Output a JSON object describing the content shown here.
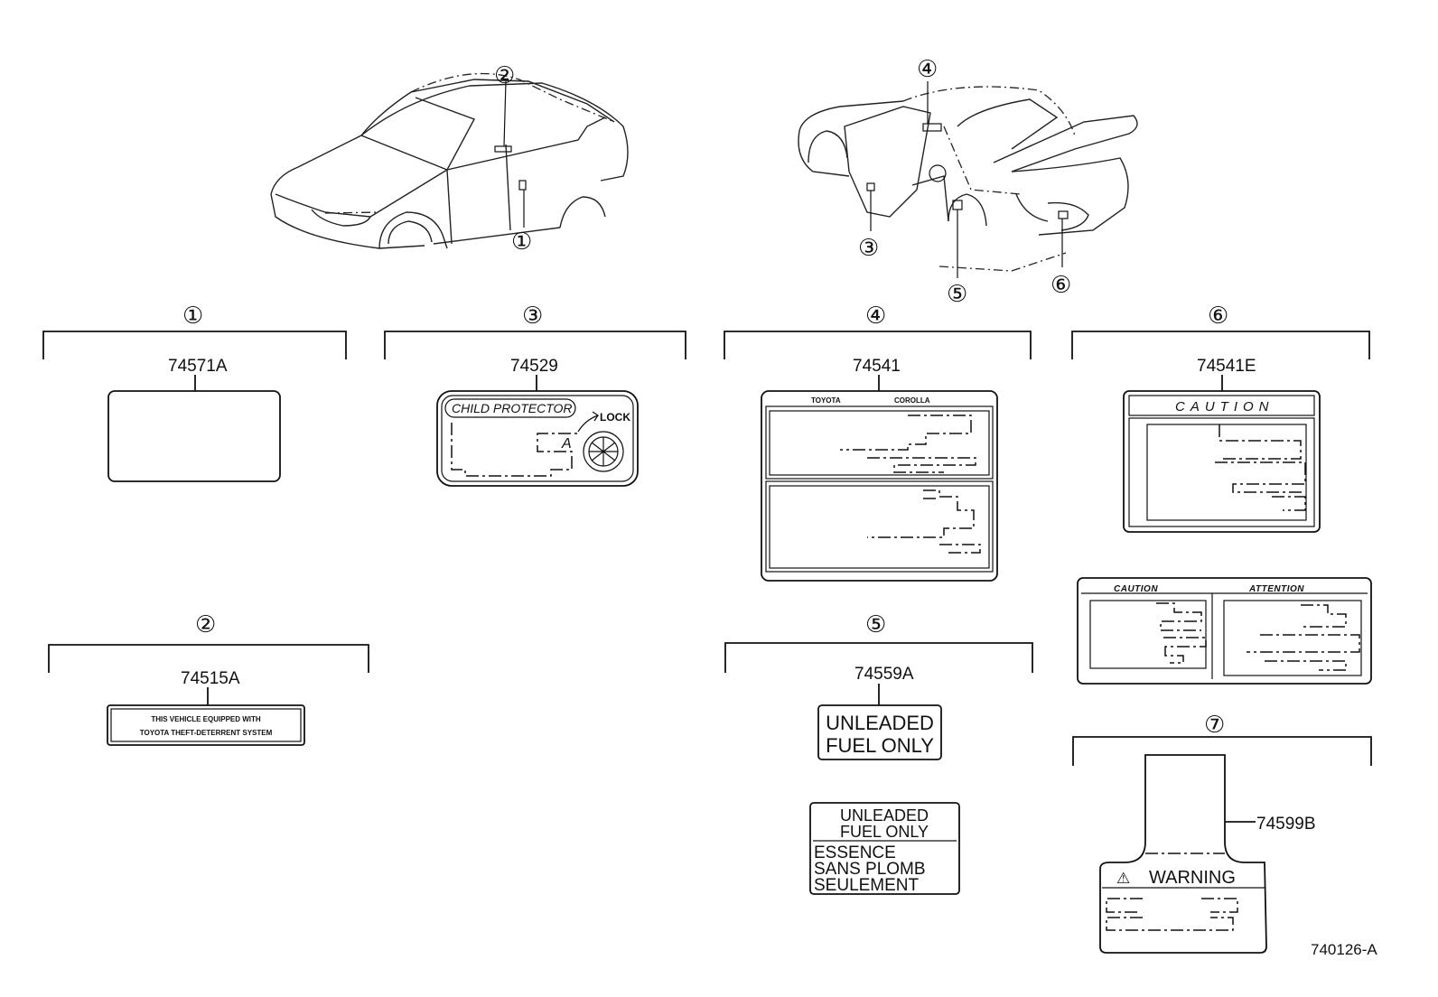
{
  "callouts": {
    "c1": "①",
    "c2": "②",
    "c3": "③",
    "c4": "④",
    "c5": "⑤",
    "c6": "⑥",
    "c7": "⑦"
  },
  "parts": {
    "p1": "74571A",
    "p3": "74529",
    "p4": "74541",
    "p6": "74541E",
    "p2": "74515A",
    "p5": "74559A",
    "p7": "74599B"
  },
  "labels": {
    "child_protector": "CHILD PROTECTOR",
    "lock": "LOCK",
    "lock_marker": "A",
    "toyota": "TOYOTA",
    "corolla": "COROLLA",
    "caution": "CAUTION",
    "caution_small": "CAUTION",
    "attention": "ATTENTION",
    "theft_line1": "THIS VEHICLE EQUIPPED WITH",
    "theft_line2": "TOYOTA THEFT-DETERRENT SYSTEM",
    "fuel_line1": "UNLEADED",
    "fuel_line2": "FUEL ONLY",
    "fuel2_line1": "UNLEADED",
    "fuel2_line2": "FUEL ONLY",
    "essence": "ESSENCE",
    "sans_plomb": "SANS PLOMB",
    "seulement": "SEULEMENT",
    "warning": "WARNING",
    "warning_icon": "⚠"
  },
  "figure_id": "740126-A"
}
